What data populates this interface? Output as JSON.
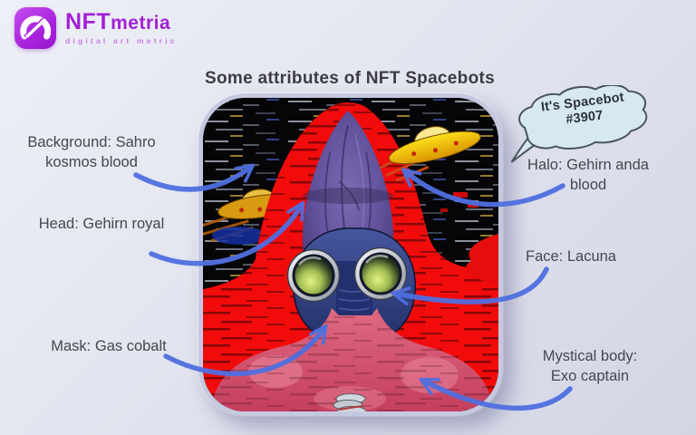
{
  "brand": {
    "icon": "speedometer-icon",
    "name_primary": "NFT",
    "name_secondary": "metria",
    "tagline": "digital art metric"
  },
  "page_title": "Some attributes of NFT Spacebots",
  "speech_bubble": {
    "line1": "It's Spacebot",
    "line2": "#3907"
  },
  "attribute_labels": {
    "background": {
      "line1": "Background: Sahro",
      "line2": "kosmos blood"
    },
    "head": {
      "line1": "Head: Gehirn royal"
    },
    "mask": {
      "line1": "Mask: Gas cobalt"
    },
    "halo": {
      "line1": "Halo: Gehirn anda",
      "line2": "blood"
    },
    "face": {
      "line1": "Face: Lacuna"
    },
    "mystical_body": {
      "line1": "Mystical body:",
      "line2": "Exo captain"
    }
  },
  "colors": {
    "accent_purple": "#a21fd6",
    "arrow_blue": "#4f6fe0",
    "bubble_fill": "#d6e9f2",
    "card_border": "#c5c9e0"
  }
}
